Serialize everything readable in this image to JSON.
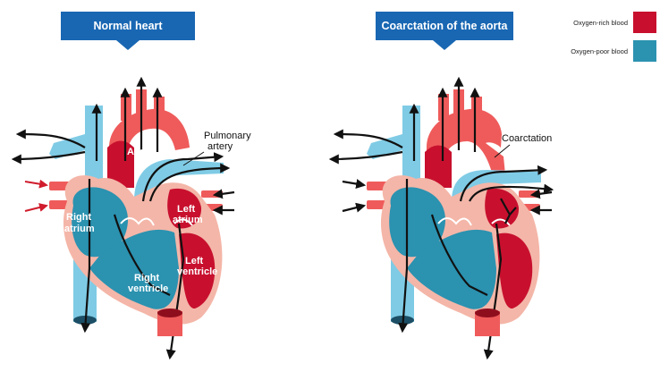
{
  "titles": {
    "normal": "Normal heart",
    "coarctation": "Coarctation of the aorta"
  },
  "legend": {
    "oxygen_rich": "Oxygen-rich blood",
    "oxygen_poor": "Oxygen-poor blood"
  },
  "colors": {
    "oxygen_rich": "#c8102e",
    "oxygen_poor": "#2b92b0",
    "vessel_light_blue": "#7fcbe5",
    "vessel_light_red": "#ef5b5b",
    "wall_pink": "#f4b6a8",
    "banner_blue": "#1967b3"
  },
  "normal_labels": {
    "aorta": "Aorta",
    "pulmonary_artery_line1": "Pulmonary",
    "pulmonary_artery_line2": "artery",
    "right_atrium_line1": "Right",
    "right_atrium_line2": "atrium",
    "left_atrium_line1": "Left",
    "left_atrium_line2": "atrium",
    "left_ventricle_line1": "Left",
    "left_ventricle_line2": "ventricle",
    "right_ventricle_line1": "Right",
    "right_ventricle_line2": "ventricle"
  },
  "coarctation_labels": {
    "coarctation": "Coarctation"
  }
}
